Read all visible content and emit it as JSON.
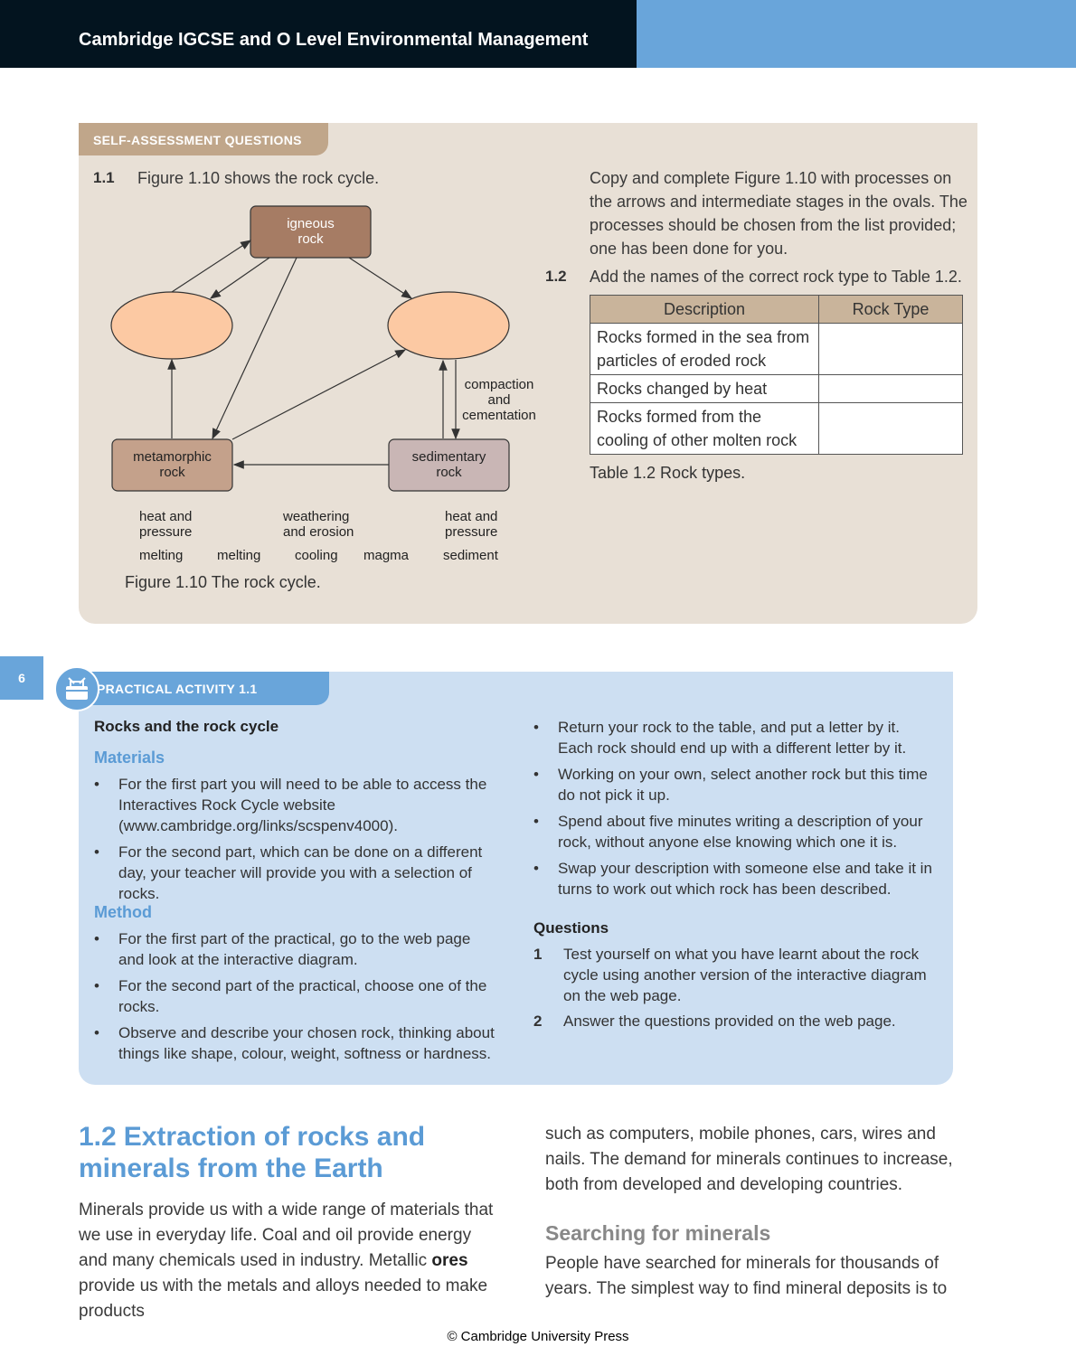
{
  "header": {
    "title": "Cambridge IGCSE and O Level Environmental Management"
  },
  "saq": {
    "tab_label": "SELF-ASSESSMENT QUESTIONS",
    "q1_number": "1.1",
    "q1_text": "Figure 1.10 shows the rock cycle.",
    "q1_instructions": "Copy and complete Figure 1.10 with processes on the arrows and intermediate stages in the ovals. The processes should be chosen from the list provided; one has been done for you.",
    "q2_number": "1.2",
    "q2_text": "Add the names of the correct rock type to Table 1.2."
  },
  "diagram": {
    "igneous": [
      "igneous",
      "rock"
    ],
    "metamorphic": [
      "metamorphic",
      "rock"
    ],
    "sedimentary": [
      "sedimentary",
      "rock"
    ],
    "process_label": [
      "compaction",
      "and",
      "cementation"
    ],
    "word_list": {
      "heat_pressure_1": [
        "heat and",
        "pressure"
      ],
      "weathering": [
        "weathering",
        "and erosion"
      ],
      "heat_pressure_2": [
        "heat and",
        "pressure"
      ],
      "melting_1": "melting",
      "melting_2": "melting",
      "cooling": "cooling",
      "magma": "magma",
      "sediment": "sediment"
    },
    "caption": "Figure 1.10 The rock cycle.",
    "colors": {
      "igneous": "#a67c64",
      "metamorphic": "#c4a18b",
      "sedimentary": "#c9b6b5",
      "oval": "#fcc9a3"
    }
  },
  "table": {
    "headers": [
      "Description",
      "Rock Type"
    ],
    "rows": [
      [
        "Rocks formed in the sea from particles of eroded rock",
        ""
      ],
      [
        "Rocks changed by heat",
        ""
      ],
      [
        "Rocks formed from the cooling of other molten rock",
        ""
      ]
    ],
    "caption": "Table 1.2 Rock types."
  },
  "page_number": "6",
  "practical": {
    "tab_label": "PRACTICAL ACTIVITY 1.1",
    "icon": "toolbox-icon",
    "title": "Rocks and the rock cycle",
    "materials_heading": "Materials",
    "materials": [
      "For the first part you will need to be able to access the Interactives Rock Cycle website (www.cambridge.org/links/scspenv4000).",
      "For the second part, which can be done on a different day, your teacher will provide you with a selection of rocks."
    ],
    "method_heading": "Method",
    "method": [
      "For the first part of the practical, go to the web page and look at the interactive diagram.",
      "For the second part of the practical, choose one of the rocks.",
      "Observe and describe your chosen rock, thinking about things like shape, colour, weight, softness or hardness."
    ],
    "method_cont": [
      "Return your rock to the table, and put a letter by it. Each rock should end up with a different letter by it.",
      "Working on your own, select another rock but this time do not pick it up.",
      "Spend about five minutes writing a description of your rock, without anyone else knowing which one it is.",
      "Swap your description with someone else and take it in turns to work out which rock has been described."
    ],
    "questions_heading": "Questions",
    "questions": [
      {
        "num": "1",
        "text": "Test yourself on what you have learnt about the rock cycle using another version of the interactive diagram on the web page."
      },
      {
        "num": "2",
        "text": "Answer the questions provided on the web page."
      }
    ]
  },
  "section": {
    "number": "1.2",
    "title": "Extraction of rocks and minerals from the Earth",
    "para1_a": "Minerals provide us with a wide range of materials that we use in everyday life. Coal and oil provide energy and many chemicals used in industry. Metallic ",
    "para1_bold": "ores",
    "para1_b": " provide us with the metals and alloys needed to make products",
    "para2": "such as computers, mobile phones, cars, wires and nails. The demand for minerals continues to increase, both from developed and developing countries.",
    "subheading": "Searching for minerals",
    "para3": "People have searched for minerals for thousands of years. The simplest way to find mineral deposits is to"
  },
  "footer": "© Cambridge University Press"
}
